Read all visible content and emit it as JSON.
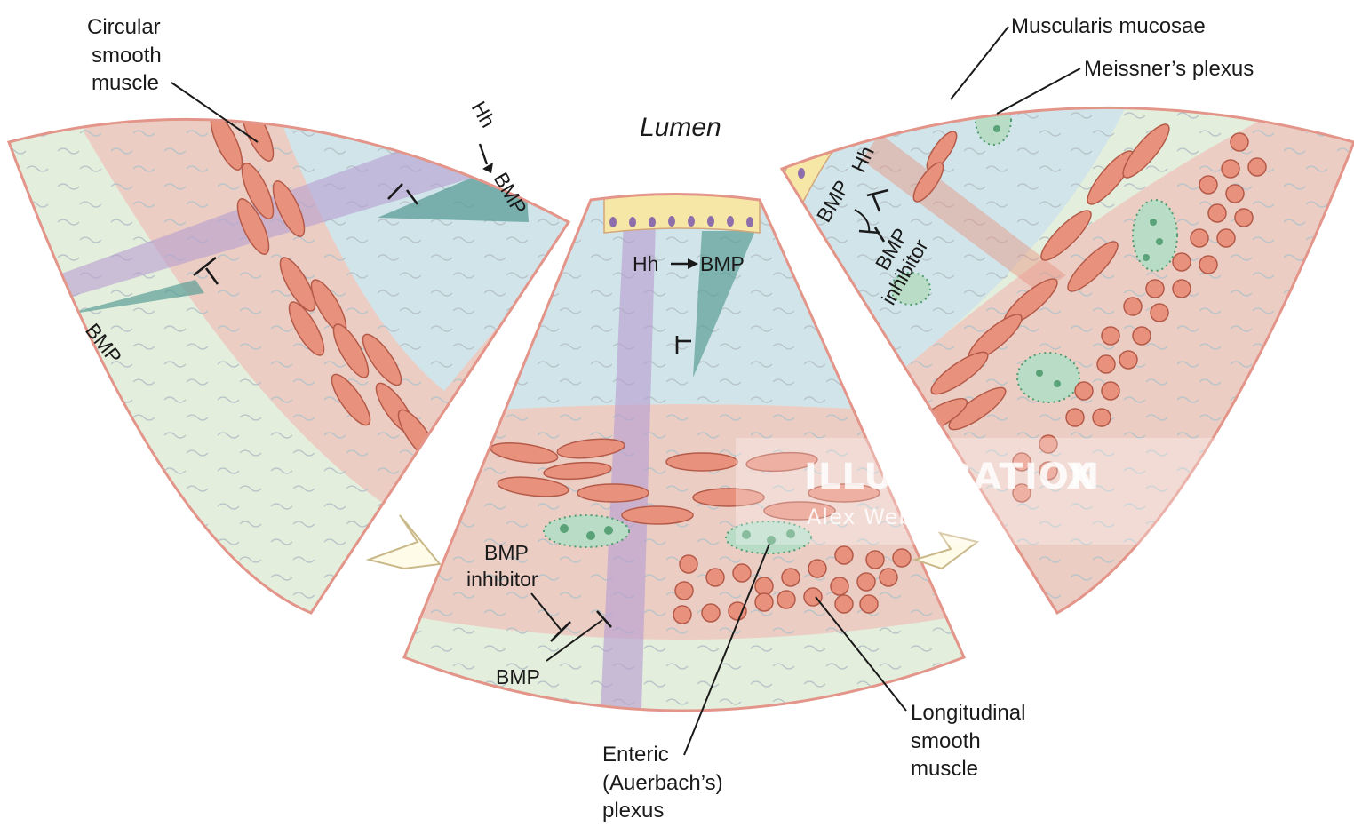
{
  "labels": {
    "lumen": "Lumen",
    "circular_smooth_muscle": [
      "Circular",
      "smooth",
      "muscle"
    ],
    "muscularis_mucosae": "Muscularis mucosae",
    "meissners_plexus": "Meissner’s plexus",
    "left_hh": "Hh",
    "left_bmp_top": "BMP",
    "left_bmp_bottom": "BMP",
    "center_hh_bmp": [
      "Hh",
      "BMP"
    ],
    "center_bmp_inhibitor": [
      "BMP",
      "inhibitor"
    ],
    "center_bmp": "BMP",
    "right_hh": "Hh",
    "right_bmp": "BMP",
    "right_bmp_inhibitor": [
      "BMP",
      "inhibitor"
    ],
    "enteric_plexus": [
      "Enteric",
      "(Auerbach’s)",
      "plexus"
    ],
    "longitudinal_smooth_muscle": [
      "Longitudinal",
      "smooth",
      "muscle"
    ]
  },
  "watermark": {
    "title": "ILLUSTRATION",
    "mark": "X",
    "artist": "Alex Webber"
  },
  "colors": {
    "outer_layer": "#e3eedc",
    "muscle_layer": "#eccdc4",
    "mucosa_layer": "#d0e4ea",
    "hh_signal": "#b89fd1",
    "bmp_signal": "#5b9e97",
    "muscle_cell": "#e8927e",
    "epithelium": "#f7e7a6",
    "nucleus": "#8f6fab",
    "plexus": "#b9dcc6",
    "outline": "#e4958a"
  }
}
